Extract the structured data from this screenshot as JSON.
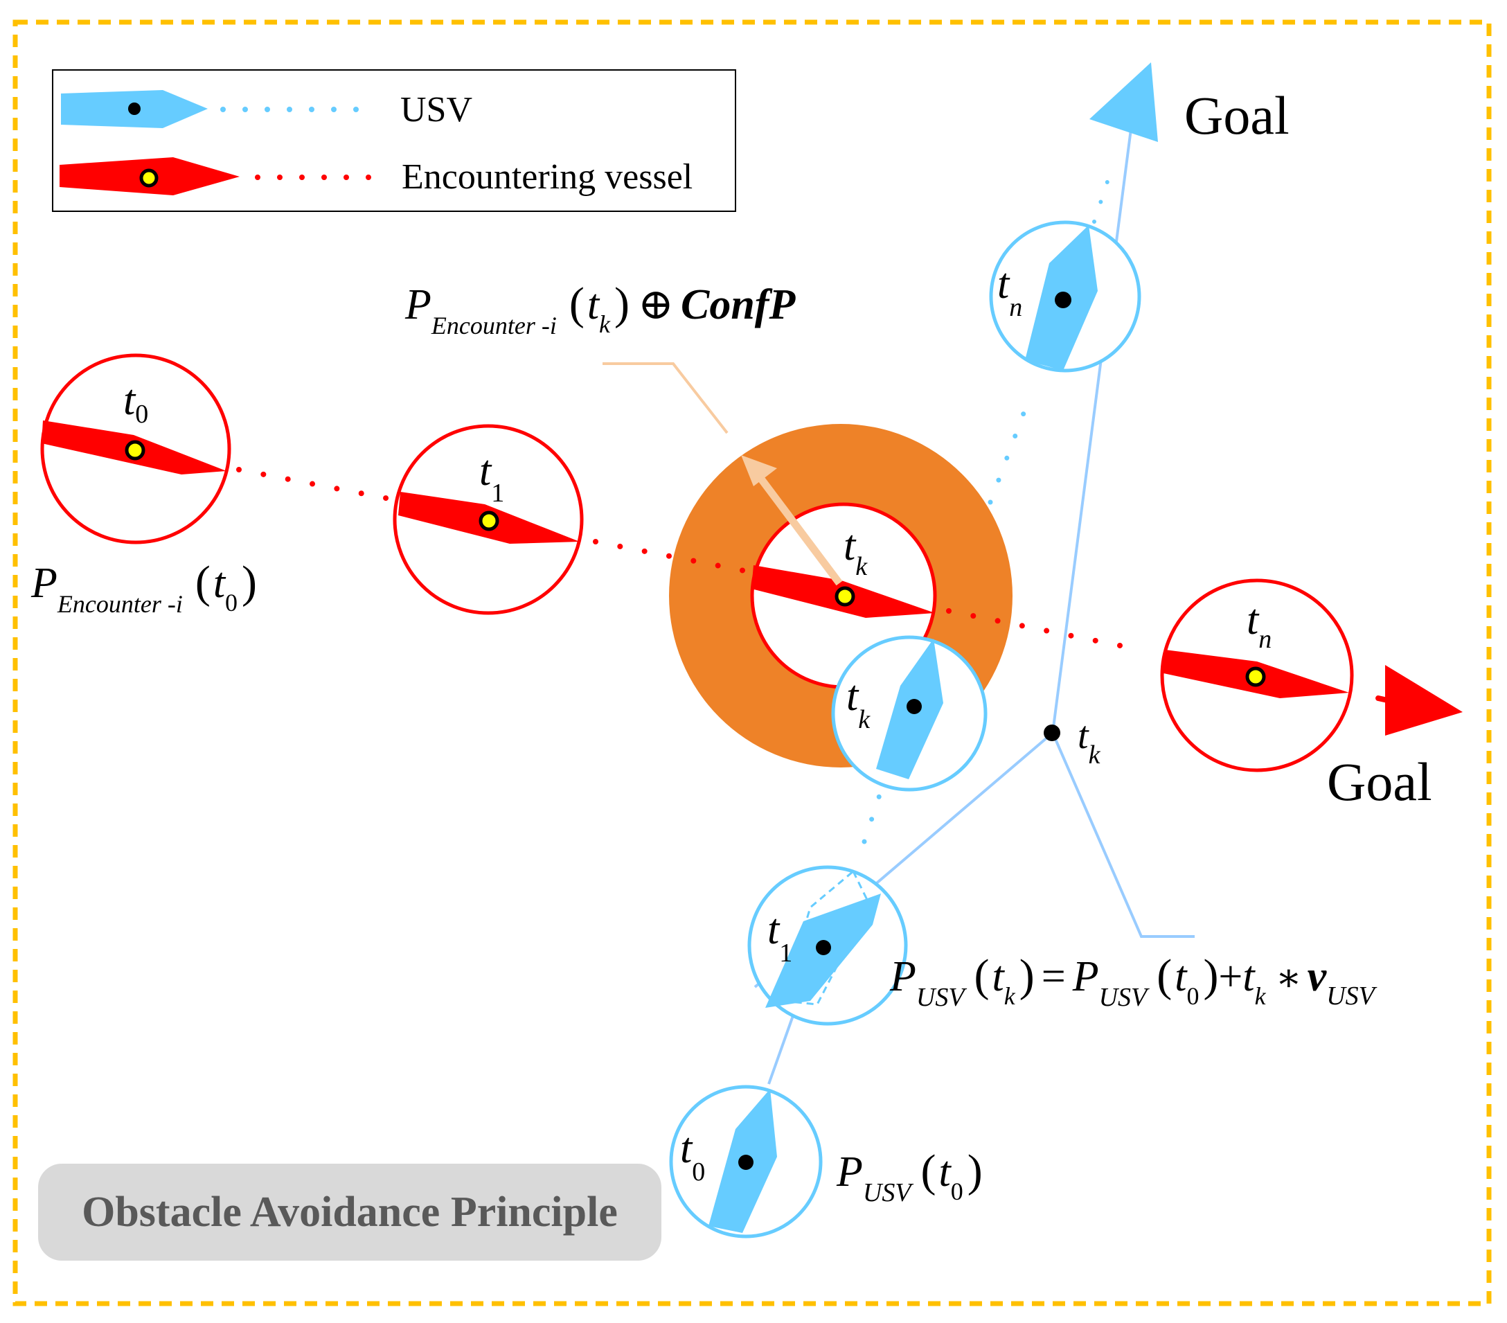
{
  "legend": {
    "usv_label": "USV",
    "encounter_label": "Encountering vessel"
  },
  "goals": {
    "usv_goal": "Goal",
    "encounter_goal": "Goal"
  },
  "time_labels": {
    "t": "t",
    "sub_0": "0",
    "sub_1": "1",
    "sub_k": "k",
    "sub_n": "n"
  },
  "formulas": {
    "encounter_conf": {
      "P": "P",
      "sub": "Encounter -i",
      "open": "(",
      "t": "t",
      "k": "k",
      "close": ")",
      "oplus": "⊕",
      "conf": "ConfP"
    },
    "encounter_t0": {
      "P": "P",
      "sub": "Encounter -i",
      "open": "(",
      "t": "t",
      "zero": "0",
      "close": ")"
    },
    "usv_t0": {
      "P": "P",
      "sub": "USV",
      "open": "(",
      "t": "t",
      "zero": "0",
      "close": ")"
    },
    "usv_tk": {
      "P": "P",
      "sub": "USV",
      "open": "(",
      "t": "t",
      "k": "k",
      "close": ")",
      "eq": "=",
      "P2": "P",
      "sub2": "USV",
      "open2": "(",
      "t2": "t",
      "zero2": "0",
      "close2": ")",
      "plus": "+",
      "t3": "t",
      "k3": "k",
      "star": "∗",
      "v": "v",
      "vsub": "USV"
    }
  },
  "caption": "Obstacle Avoidance Principle",
  "colors": {
    "usv_blue": "#66ccff",
    "usv_line": "#99ccff",
    "encounter_red": "#ff0000",
    "confidence_orange": "#ee8228",
    "arrow_orange": "#f8cba0",
    "border_gold": "#ffc000",
    "caption_bg": "#d9d9d9"
  }
}
